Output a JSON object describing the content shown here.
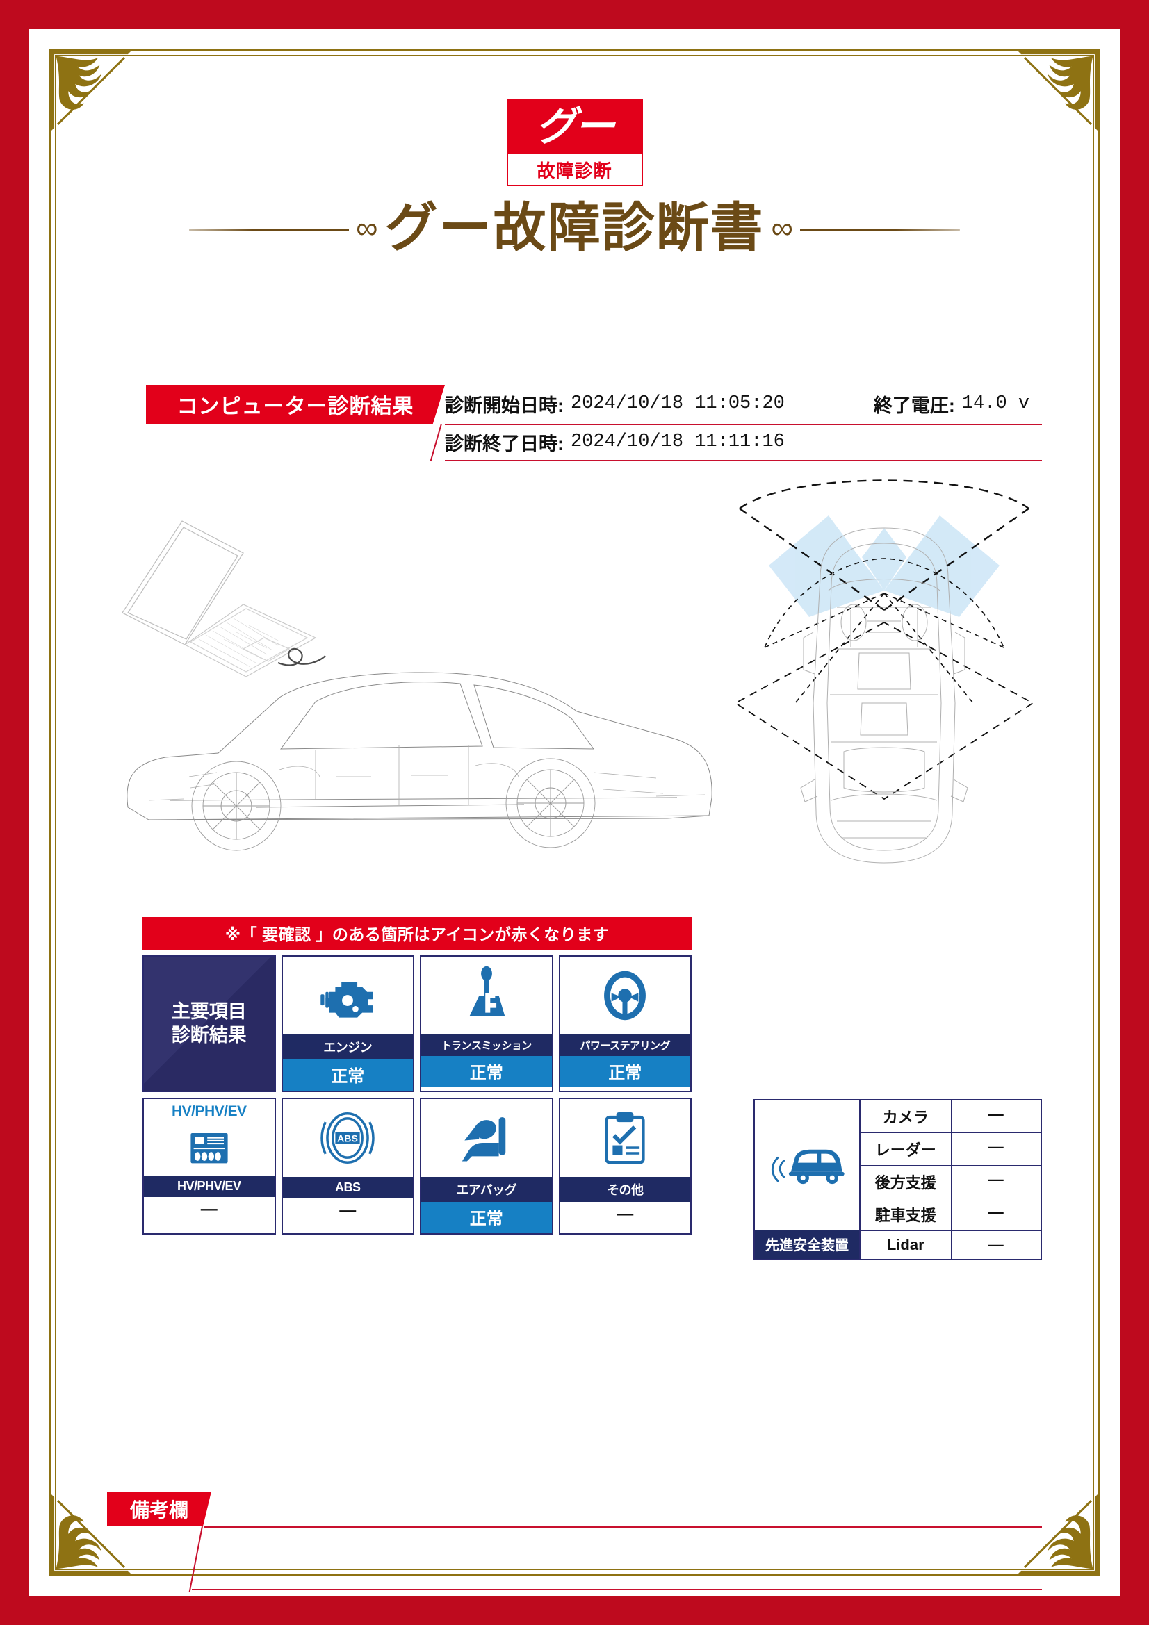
{
  "logo": {
    "mark": "グー",
    "caption": "故障診断"
  },
  "title": {
    "text": "グー故障診断書",
    "ornament": "∞"
  },
  "computer_diagnosis": {
    "tag": "コンピューター診断結果",
    "start_label": "診断開始日時:",
    "start_value": "2024/10/18 11:05:20",
    "end_label": "診断終了日時:",
    "end_value": "2024/10/18 11:11:16",
    "voltage_label": "終了電圧:",
    "voltage_value": "14.0 v"
  },
  "illustrations": {
    "laptop": "laptop-wireframe",
    "side_car": "car-side-wireframe",
    "top_car": "car-top-sensor-wireframe"
  },
  "results": {
    "notice": "※「 要確認 」のある箇所はアイコンが赤くなります",
    "panel_title_line1": "主要項目",
    "panel_title_line2": "診断結果",
    "items": [
      {
        "label": "エンジン",
        "status": "正常",
        "ok": true,
        "icon": "engine-icon"
      },
      {
        "label": "トランスミッション",
        "status": "正常",
        "ok": true,
        "icon": "transmission-icon"
      },
      {
        "label": "パワーステアリング",
        "status": "正常",
        "ok": true,
        "icon": "steering-icon"
      },
      {
        "label": "HV/PHV/EV",
        "status": "—",
        "ok": false,
        "icon": "battery-icon",
        "tag": "HV/PHV/EV"
      },
      {
        "label": "ABS",
        "status": "—",
        "ok": false,
        "icon": "abs-icon"
      },
      {
        "label": "エアバッグ",
        "status": "正常",
        "ok": true,
        "icon": "airbag-icon"
      },
      {
        "label": "その他",
        "status": "—",
        "ok": false,
        "icon": "clipboard-icon"
      }
    ]
  },
  "safety": {
    "title": "先進安全装置",
    "icon": "car-sensor-icon",
    "rows": [
      {
        "name": "カメラ",
        "value": "—"
      },
      {
        "name": "レーダー",
        "value": "—"
      },
      {
        "name": "後方支援",
        "value": "—"
      },
      {
        "name": "駐車支援",
        "value": "—"
      },
      {
        "name": "Lidar",
        "value": "—"
      }
    ]
  },
  "remarks": {
    "tag": "備考欄",
    "content": ""
  },
  "colors": {
    "border_red": "#BE0A1E",
    "accent_red": "#E2001A",
    "gold": "#8E7213",
    "title_brown": "#6B4A16",
    "navy": "#2A2A6E",
    "status_blue": "#1680C4",
    "sensor_fill": "#CFE7F7"
  }
}
